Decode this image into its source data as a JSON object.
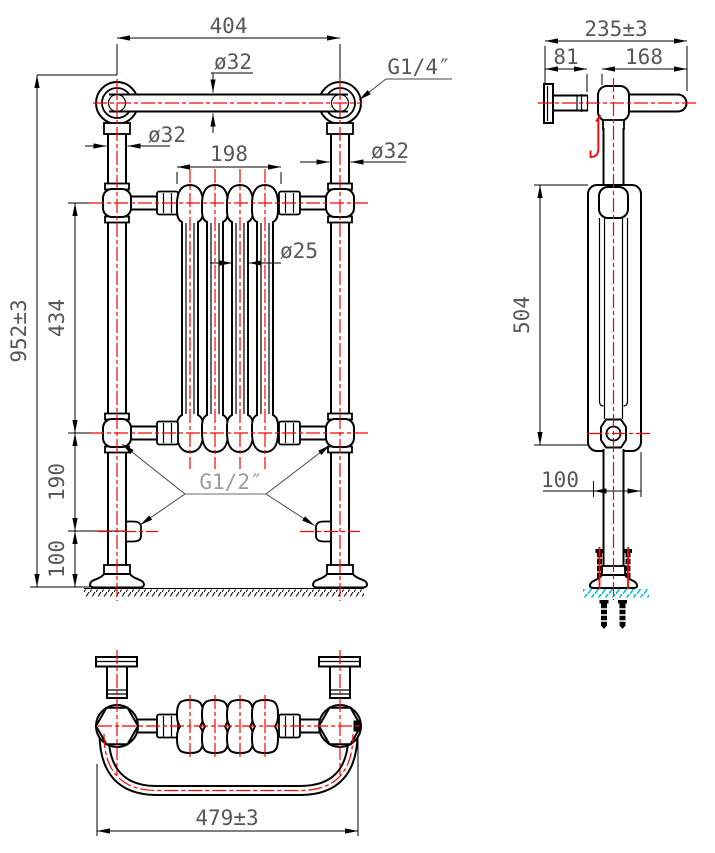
{
  "front_view": {
    "dim_top_width": "404",
    "dim_bar_diameter": "ø32",
    "label_top_thread": "G1/4″",
    "dim_left_post_diameter": "ø32",
    "dim_right_post_diameter": "ø32",
    "dim_radiator_width": "198",
    "dim_column_diameter": "ø25",
    "dim_overall_height": "952±3",
    "dim_radiator_height": "434",
    "dim_valve_spacing": "190",
    "dim_valve_height": "100",
    "label_bottom_thread": "G1/2″"
  },
  "side_view": {
    "dim_overall_depth": "235±3",
    "dim_bracket_depth": "81",
    "dim_rail_depth": "168",
    "dim_radiator_height": "504",
    "dim_base_depth": "100"
  },
  "top_view": {
    "dim_overall_width": "479±3"
  },
  "colors": {
    "geometry": "#000000",
    "centerline": "#ff0000",
    "dimension_text": "#575757",
    "thread_text": "#9c9c9c",
    "floor_hatch": "#00c6d9"
  }
}
